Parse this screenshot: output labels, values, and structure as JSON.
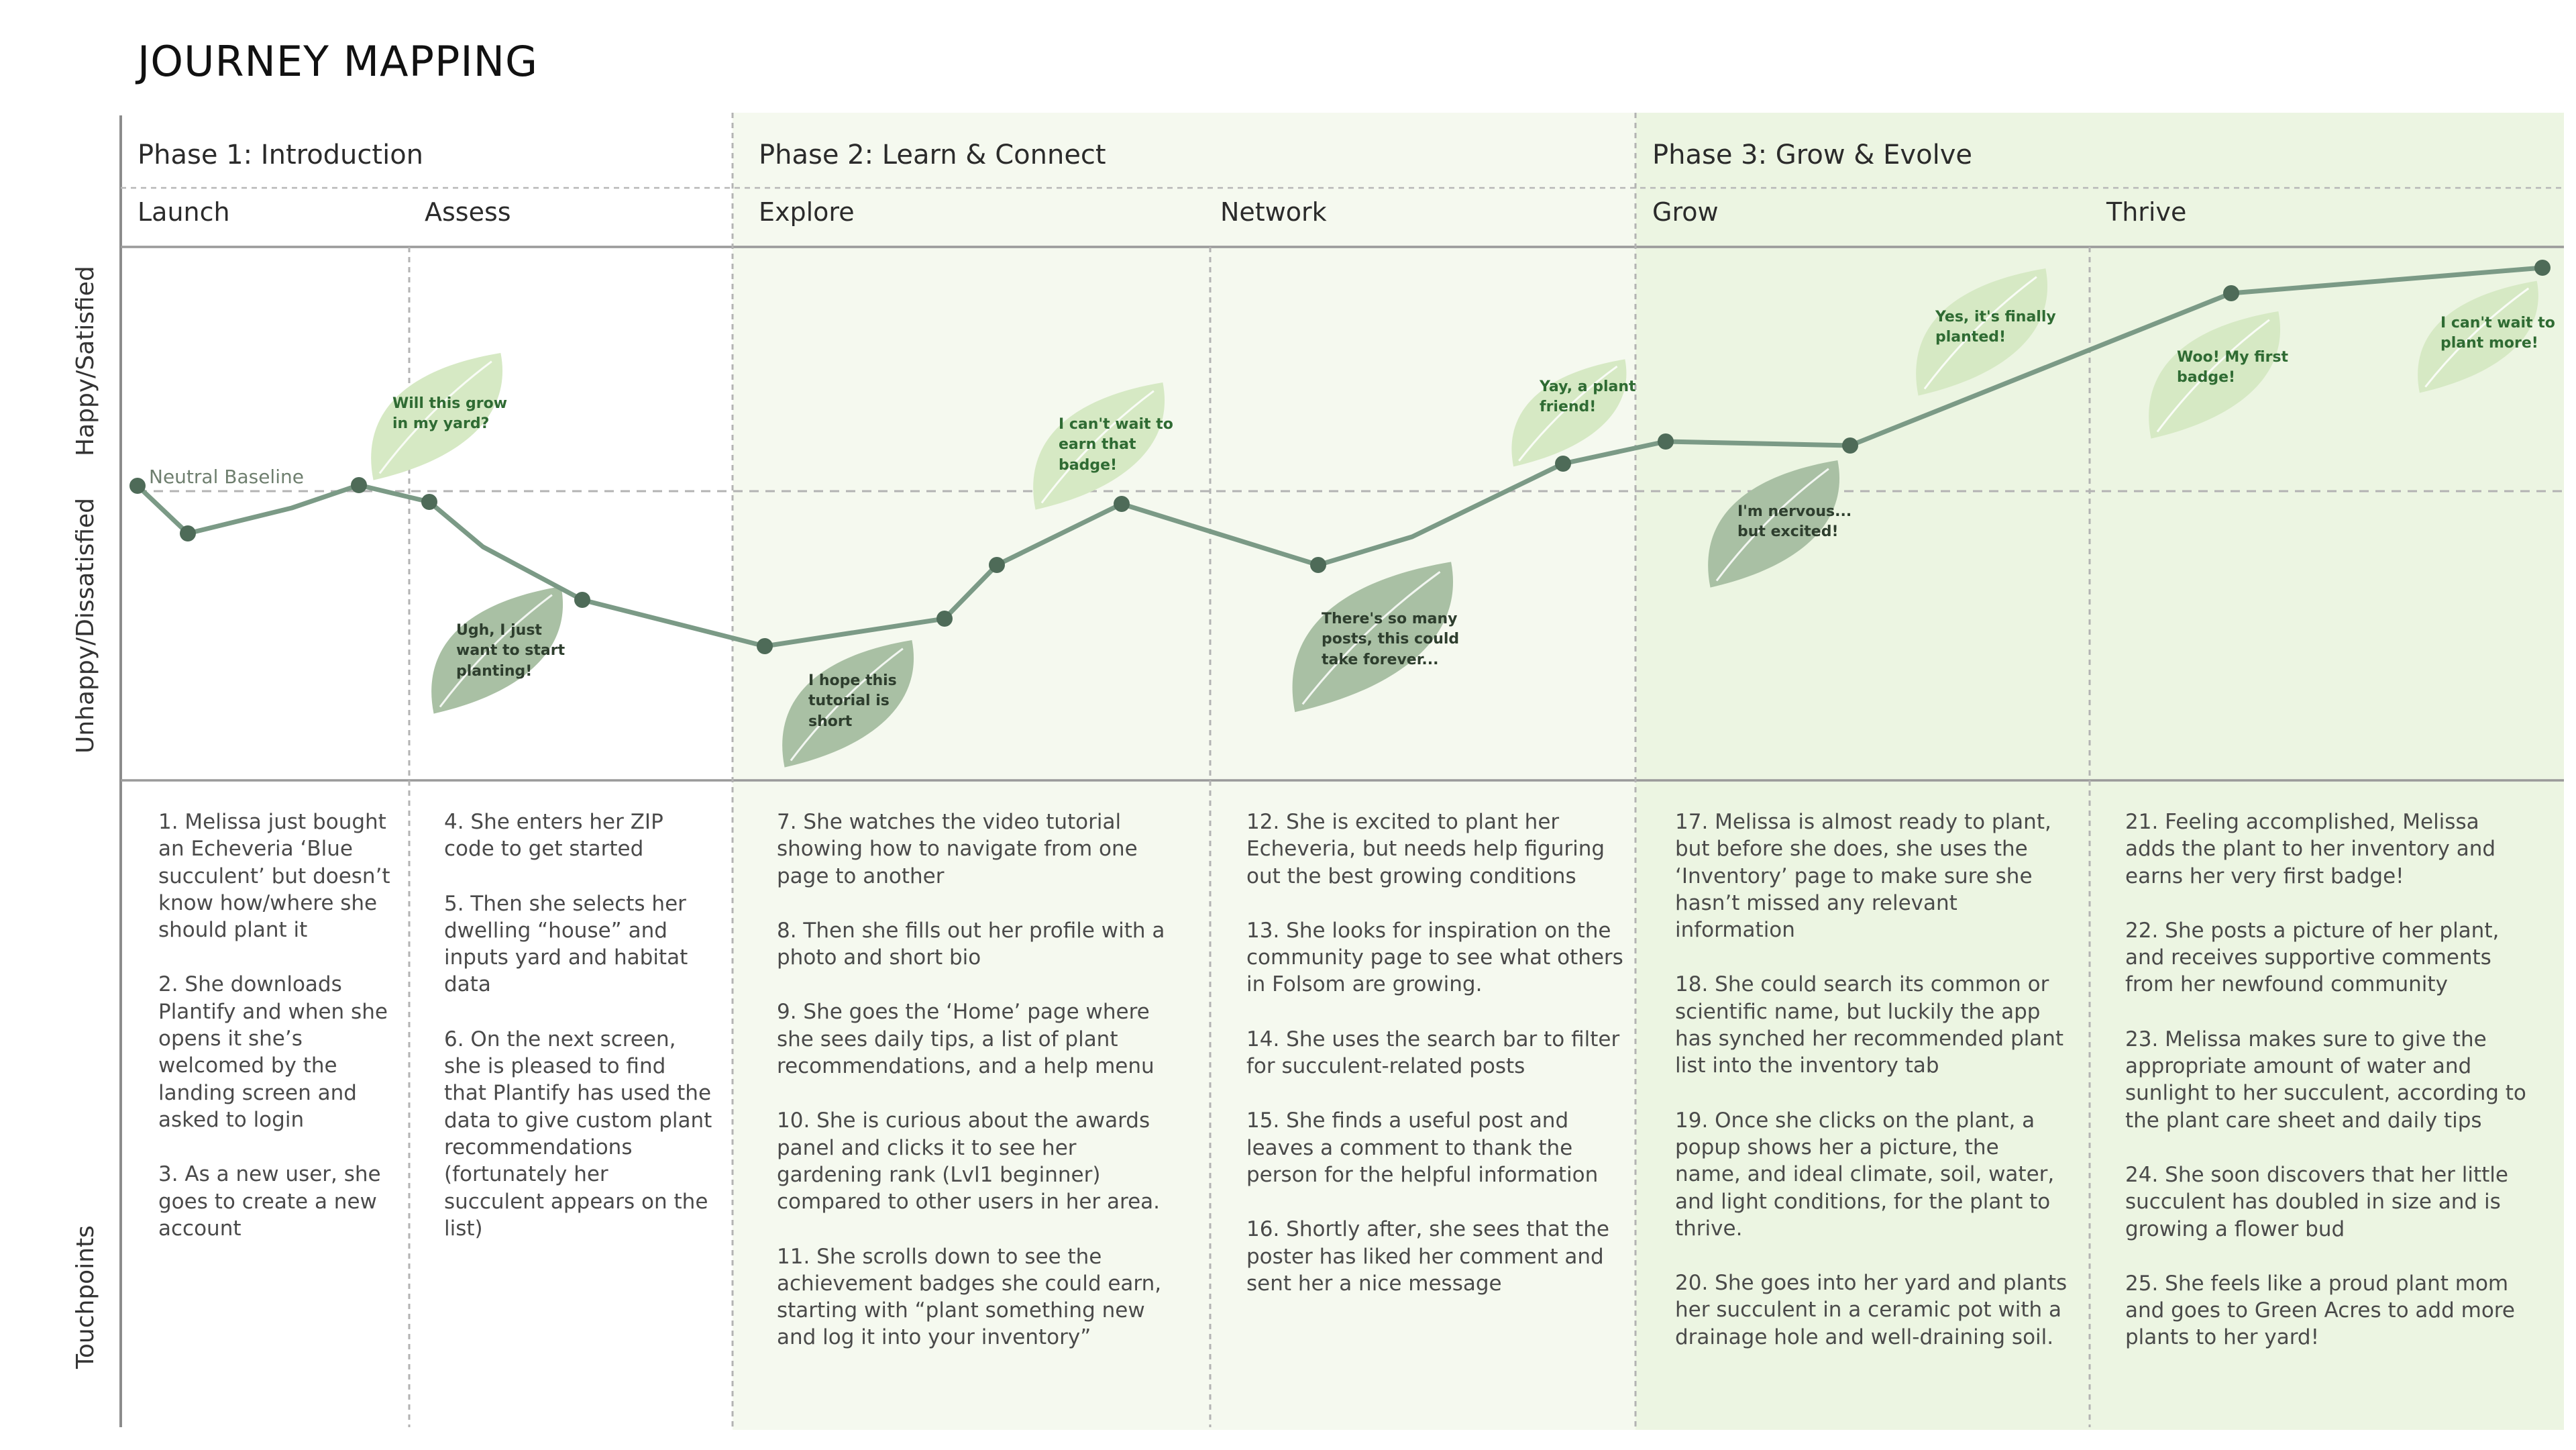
{
  "title": "JOURNEY MAPPING",
  "phases": [
    {
      "name": "Phase 1: Introduction"
    },
    {
      "name": "Phase 2: Learn & Connect"
    },
    {
      "name": "Phase 3: Grow & Evolve"
    }
  ],
  "stages": [
    "Launch",
    "Assess",
    "Explore",
    "Network",
    "Grow",
    "Thrive"
  ],
  "axis": {
    "happy": "Happy/Satisfied",
    "unhappy": "Unhappy/Dissatisfied",
    "touchpoints": "Touchpoints",
    "baseline": "Neutral Baseline"
  },
  "colors": {
    "phase2_bg": "#f5f9ef",
    "phase3_bg": "#ecf5e2",
    "line": "#7b9a86",
    "point": "#4e6b58",
    "leaf_light": "#d6e9c4",
    "leaf_dark": "#a9c0a4"
  },
  "leaves": [
    {
      "text": [
        "Will this grow",
        "in my yard?"
      ],
      "tone": "light"
    },
    {
      "text": [
        "Ugh, I just",
        "want to start",
        "planting!"
      ],
      "tone": "dark"
    },
    {
      "text": [
        "I hope this",
        "tutorial is",
        "short"
      ],
      "tone": "dark"
    },
    {
      "text": [
        "I can't wait to",
        "earn that",
        "badge!"
      ],
      "tone": "light"
    },
    {
      "text": [
        "There's so many",
        "posts, this could",
        "take forever..."
      ],
      "tone": "dark"
    },
    {
      "text": [
        "Yay, a plant",
        "friend!"
      ],
      "tone": "light"
    },
    {
      "text": [
        "I'm nervous...",
        "but excited!"
      ],
      "tone": "dark"
    },
    {
      "text": [
        "Yes, it's finally",
        "planted!"
      ],
      "tone": "light"
    },
    {
      "text": [
        "Woo! My first",
        "badge!"
      ],
      "tone": "light"
    },
    {
      "text": [
        "I can't wait to",
        "plant more!"
      ],
      "tone": "light"
    }
  ],
  "touchpoints": [
    [
      "1. Melissa just bought an Echeveria ‘Blue succulent’ but doesn’t know how/where she should plant it",
      "2. She downloads Plantify and when she opens it she’s welcomed by the landing screen and asked to login",
      "3. As a new user, she goes to create a new account"
    ],
    [
      "4. She enters her ZIP code to get started",
      "5. Then she selects her dwelling “house” and inputs yard and habitat data",
      "6. On the next screen, she is pleased to find that Plantify has used the data to give custom plant recommendations (fortunately her succulent appears on the list)"
    ],
    [
      "7. She watches the video tutorial showing how to navigate from one page to another",
      "8. Then she fills out her profile with a photo and short bio",
      "9. She goes the ‘Home’ page where she sees daily tips, a list of plant recommendations, and a help menu",
      "10. She is curious about the awards panel and clicks it to see her gardening rank (Lvl1 beginner) compared to other users in her area.",
      "11. She scrolls down to see the achievement badges she could earn, starting with “plant something new and log it into your inventory”"
    ],
    [
      "12. She is excited to plant her Echeveria, but needs help figuring out the best growing conditions",
      "13. She looks for inspiration on the community page to see what others in Folsom are growing.",
      "14. She uses the search bar to filter for succulent-related posts",
      "15. She finds a useful post and leaves a comment to thank the person for the helpful information",
      "16. Shortly after, she sees that the poster has liked her comment and sent her a nice message"
    ],
    [
      "17. Melissa is almost ready to plant, but before she does, she uses the ‘Inventory’ page to make sure she hasn’t missed any relevant information",
      "18. She could search its common or scientific name, but luckily the app has synched her recommended plant list into the inventory tab",
      "19. Once she clicks on the plant, a popup shows her a picture, the name, and ideal climate, soil, water, and light conditions, for the plant to thrive.",
      "20. She goes into her yard and plants her succulent in a ceramic pot with a drainage hole and well-draining soil."
    ],
    [
      "21. Feeling accomplished, Melissa adds the plant to her inventory and earns her very first badge!",
      "22. She posts a picture of her plant, and receives supportive comments from her newfound community",
      "23. Melissa makes sure to give the appropriate amount of water and sunlight to her succulent, according to the plant care sheet and daily tips",
      "24. She soon discovers that her little succulent has doubled in size and is growing a flower bud",
      "25. She feels like a proud plant mom and goes to Green Acres to add more plants to her yard!"
    ]
  ]
}
